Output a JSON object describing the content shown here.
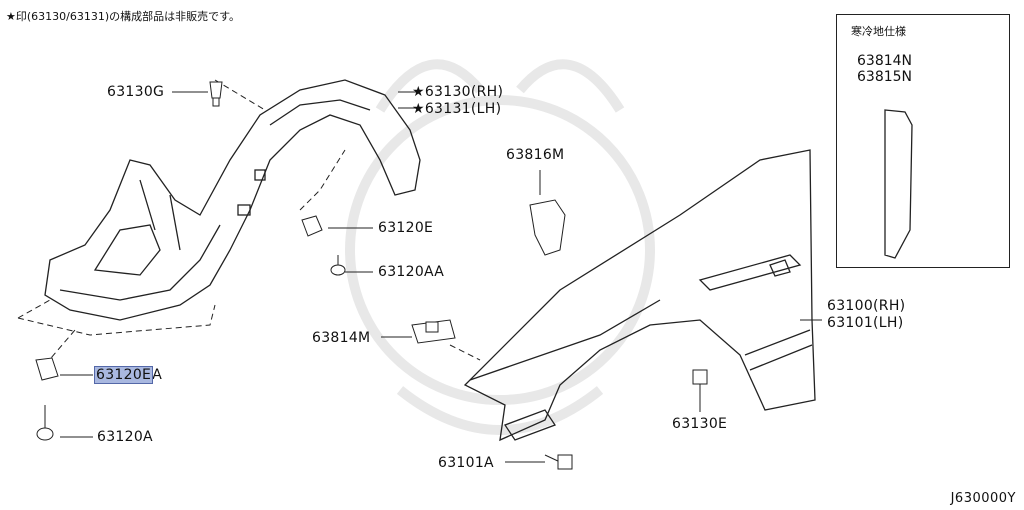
{
  "note": "★印(63130/63131)の構成部品は非販売です。",
  "drawing_code": "J630000Y",
  "inset": {
    "title": "寒冷地仕様",
    "parts": [
      "63814N",
      "63815N"
    ]
  },
  "labels": {
    "p63130g": "63130G",
    "p63130rh": "★63130(RH)",
    "p63131lh": "★63131(LH)",
    "p63816m": "63816M",
    "p63120e": "63120E",
    "p63120aa": "63120AA",
    "p63100rh": "63100(RH)",
    "p63101lh": "63101(LH)",
    "p63814m": "63814M",
    "p63120ea_main": "63120E",
    "p63120ea_suffix": "A",
    "p63130e": "63130E",
    "p63120a": "63120A",
    "p63101a": "63101A"
  },
  "selected_part": "63120EA",
  "colors": {
    "highlight": "#a9b8e0",
    "line": "#222222",
    "watermark": "#e6e6e6"
  }
}
